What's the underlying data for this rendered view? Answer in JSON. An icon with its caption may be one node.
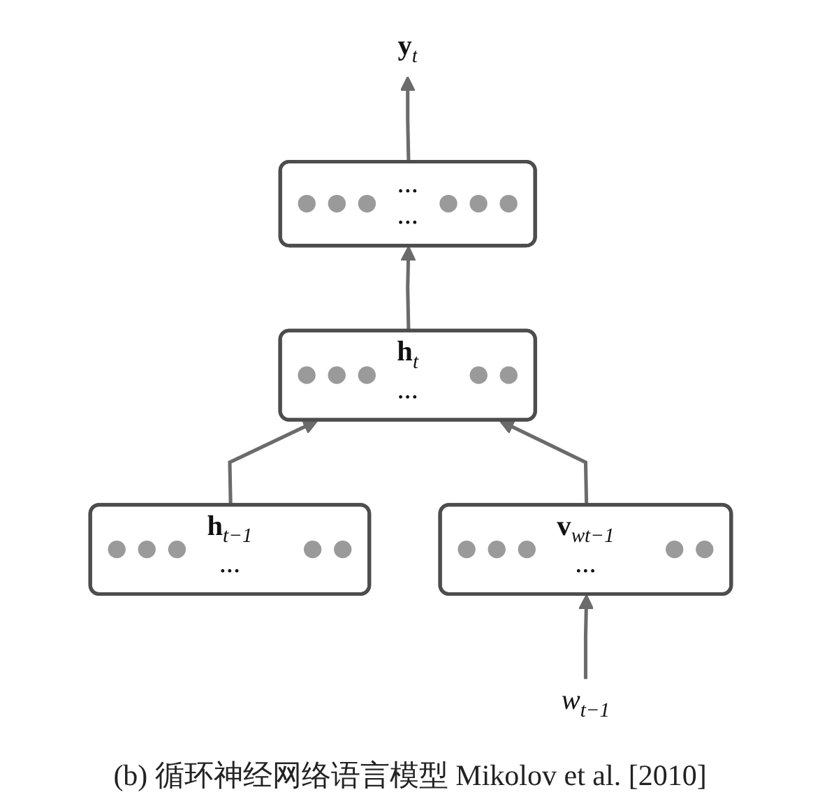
{
  "diagram": {
    "caption": "(b) 循环神经网络语言模型 Mikolov et al. [2010]",
    "nodes": [
      {
        "text": [
          "**y**$_{t}$"
        ]
      },
      {
        "text": [
          "...",
          "..."
        ]
      },
      {
        "text": [
          "**h**$_{t}$",
          "..."
        ]
      },
      {
        "text": [
          "**h**$_{t−1}$",
          "..."
        ]
      },
      {
        "text": [
          "**v**$_{wt−1}$",
          "..."
        ]
      },
      {
        "text": [
          "w$_{t−1}$"
        ]
      }
    ],
    "edges": [
      {
        "from": 1,
        "to": 0,
        "arrow": "to"
      },
      {
        "from": 2,
        "to": 1,
        "arrow": "to"
      },
      {
        "from": 3,
        "to": 2,
        "arrow": "to"
      },
      {
        "from": 4,
        "to": 2,
        "arrow": "to"
      },
      {
        "from": 5,
        "to": 4,
        "arrow": "to"
      }
    ]
  }
}
